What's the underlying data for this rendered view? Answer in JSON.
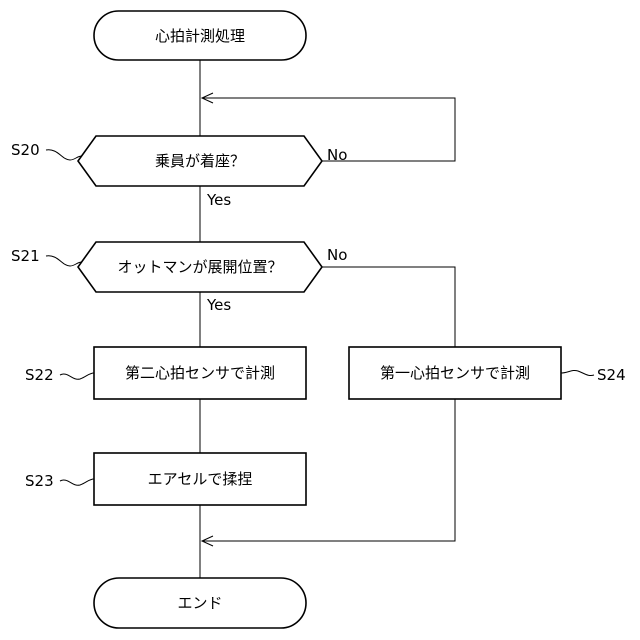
{
  "diagram": {
    "nodes": {
      "start": "心拍計測処理",
      "s20": "乗員が着座？",
      "s21": "オットマンが展開位置？",
      "s22": "第二心拍センサで計測",
      "s24": "第一心拍センサで計測",
      "s23": "エアセルで揉捏",
      "end": "エンド"
    },
    "steps": {
      "s20": "S20",
      "s21": "S21",
      "s22": "S22",
      "s23": "S23",
      "s24": "S24"
    },
    "branches": {
      "s20_no": "No",
      "s20_yes": "Yes",
      "s21_no": "No",
      "s21_yes": "Yes"
    }
  }
}
